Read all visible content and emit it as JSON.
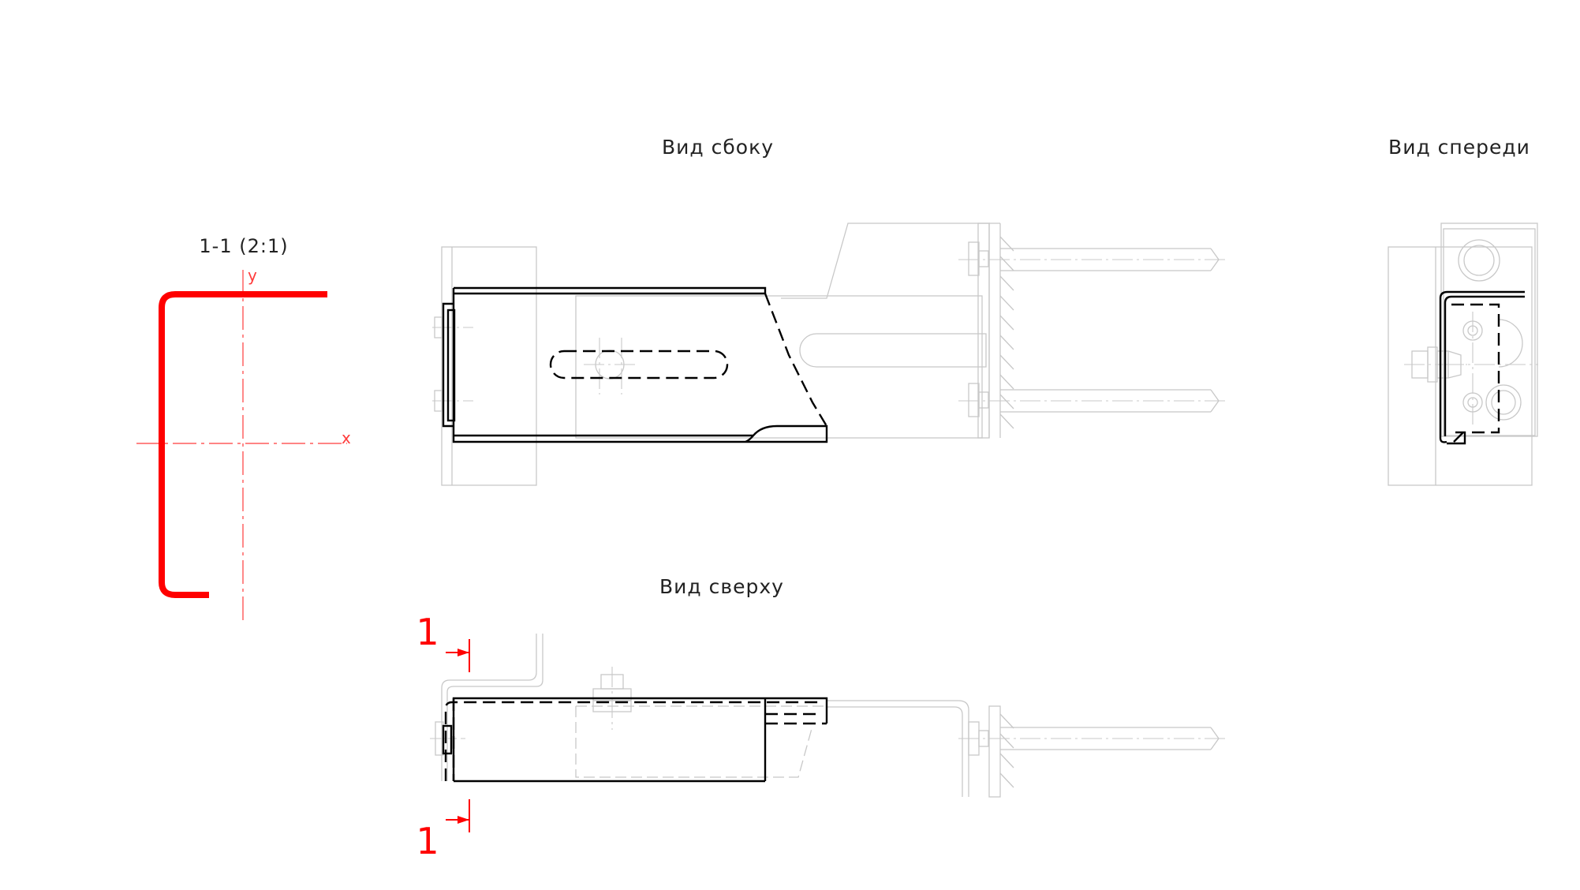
{
  "labels": {
    "side_view": "Вид сбоку",
    "front_view": "Вид спереди",
    "top_view": "Вид сверху",
    "section_title": "1-1 (2:1)",
    "axis_x": "x",
    "axis_y": "y",
    "section_mark_top": "1",
    "section_mark_bottom": "1"
  },
  "colors": {
    "profile": "#ff0000",
    "axis": "#ff3b3b",
    "main_line": "#000000",
    "thin_line": "#c8c8c8",
    "label": "#222222"
  }
}
